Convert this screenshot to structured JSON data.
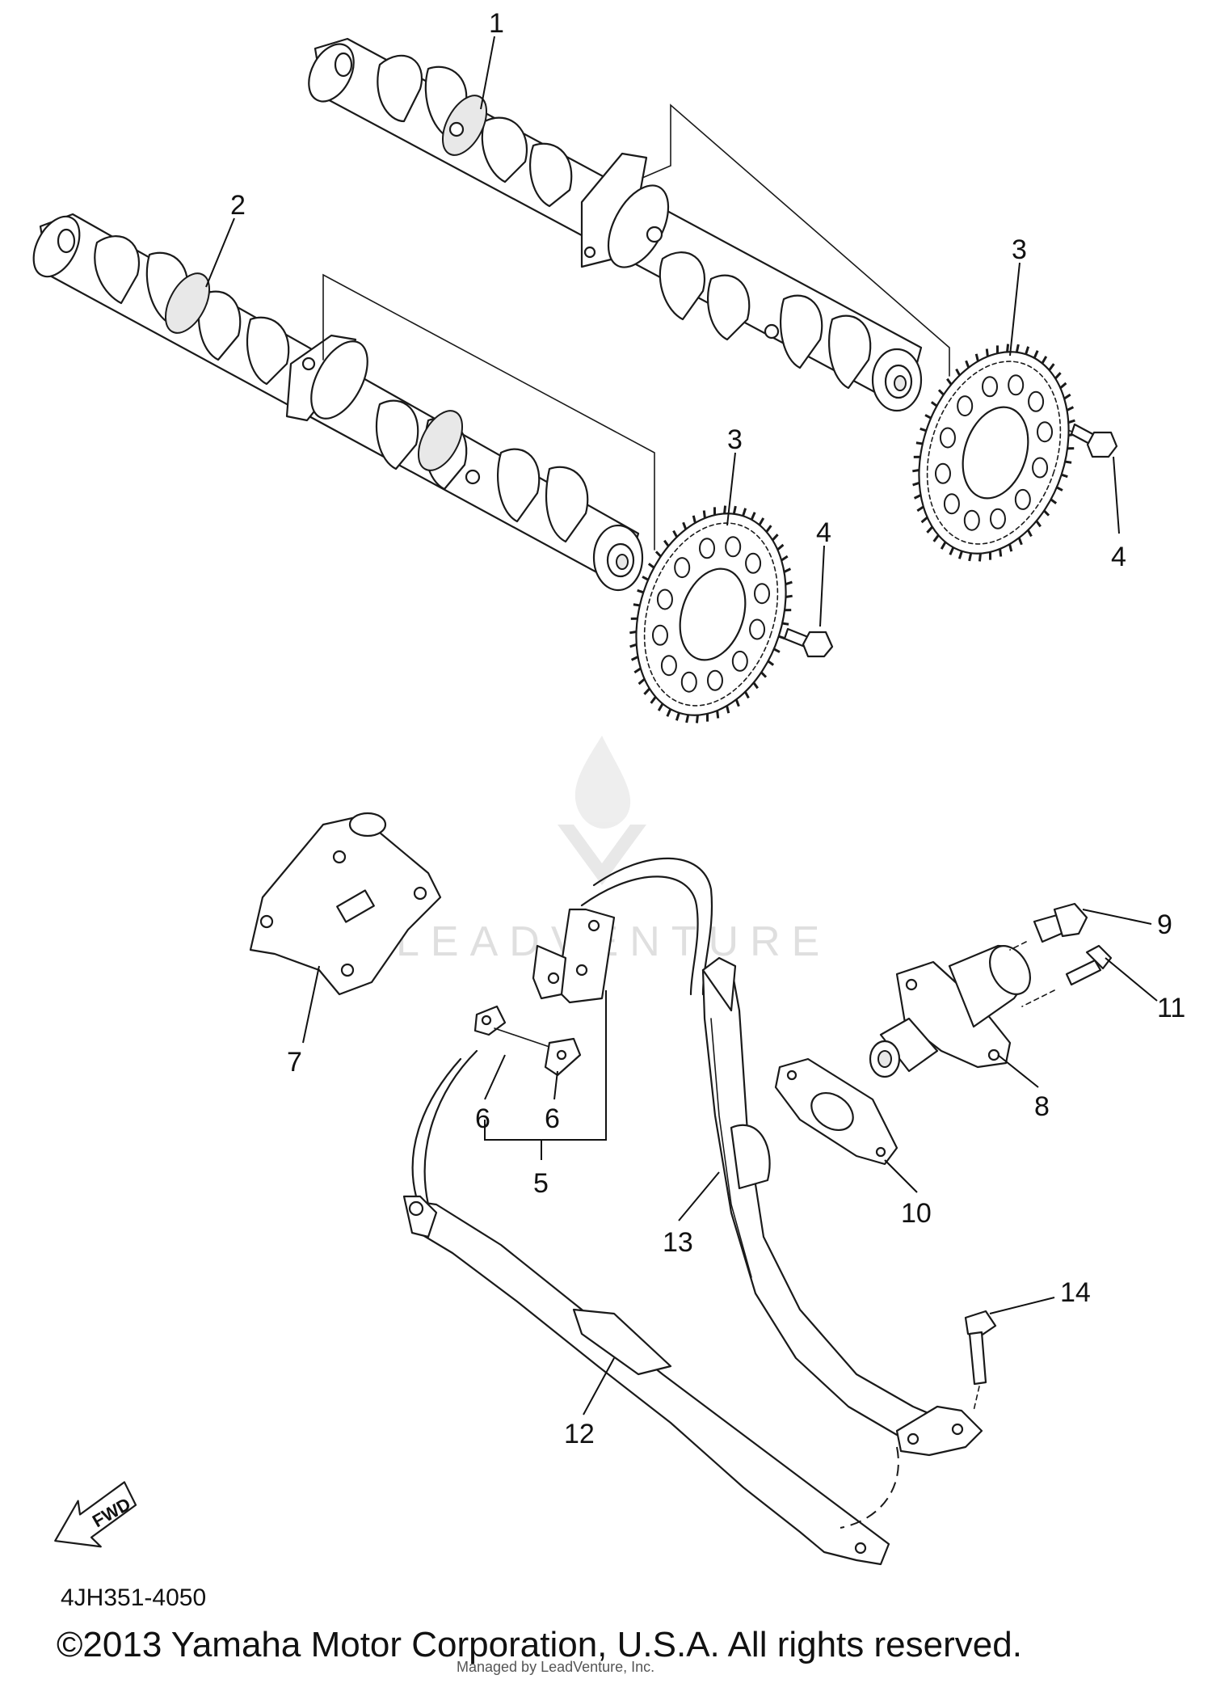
{
  "diagram": {
    "callouts": [
      "1",
      "2",
      "3",
      "3",
      "4",
      "4",
      "5",
      "6",
      "6",
      "7",
      "8",
      "9",
      "10",
      "11",
      "12",
      "13",
      "14"
    ],
    "fwd_label": "FWD",
    "watermark_text": "LEADVENTURE"
  },
  "footer": {
    "part_code": "4JH351-4050",
    "copyright": "©2013 Yamaha Motor Corporation, U.S.A. All rights reserved.",
    "overlay_note": "Managed by LeadVenture, Inc."
  }
}
